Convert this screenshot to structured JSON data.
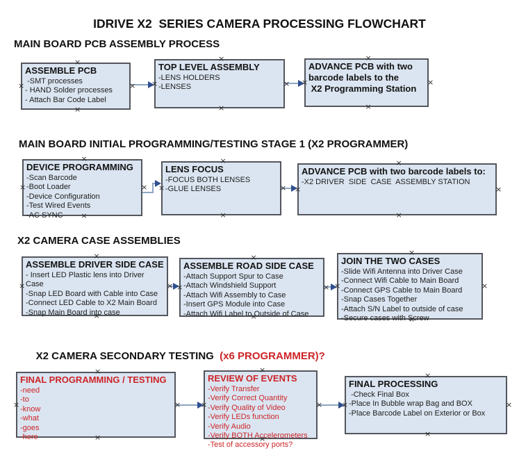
{
  "title": "IDRIVE X2  SERIES CAMERA PROCESSING FLOWCHART",
  "colors": {
    "box_fill": "#dbe5f1",
    "box_border": "#53565c",
    "red_accent": "#cc2427",
    "arrow_line": "#8ea6c2",
    "arrow_head": "#2f4f8f"
  },
  "icons": {
    "connector_handle": "×",
    "arrow_head_glyph": "►"
  },
  "sections": [
    {
      "heading": "MAIN BOARD PCB ASSEMBLY PROCESS",
      "boxes": [
        {
          "title": "ASSEMBLE PCB",
          "items": [
            " -SMT processes",
            "- HAND Solder processes",
            "- Attach Bar Code Label"
          ]
        },
        {
          "title": "TOP LEVEL ASSEMBLY",
          "items": [
            "-LENS HOLDERS",
            "-LENSES"
          ]
        },
        {
          "title": "ADVANCE PCB with two\nbarcode labels to the\n X2 Programming Station",
          "items": []
        }
      ]
    },
    {
      "heading": "MAIN BOARD INITIAL PROGRAMMING/TESTING STAGE 1 (X2 PROGRAMMER)",
      "boxes": [
        {
          "title": "DEVICE PROGRAMMING",
          "items": [
            "-Scan Barcode",
            "-Boot Loader",
            "-Device Configuration",
            "-Test Wired Events",
            "-AC SYNC"
          ]
        },
        {
          "title": "LENS FOCUS",
          "items": [
            "-FOCUS BOTH LENSES",
            "-GLUE LENSES"
          ]
        },
        {
          "title": "ADVANCE PCB with two barcode labels to:",
          "items": [
            "-X2 DRIVER  SIDE  CASE  ASSEMBLY STATION"
          ]
        }
      ]
    },
    {
      "heading": "X2 CAMERA CASE ASSEMBLIES",
      "boxes": [
        {
          "title": "ASSEMBLE DRIVER SIDE CASE",
          "items": [
            "- Insert LED Plastic lens into Driver Case",
            "-Snap LED Board with Cable into Case",
            "-Connect LED Cable to X2 Main Board",
            "-Snap Main Board into case"
          ]
        },
        {
          "title": "ASSEMBLE ROAD SIDE CASE",
          "items": [
            "-Attach Support Spur to Case",
            "-Attach Windshield Support",
            "-Attach Wifi Assembly to Case",
            "-Insert GPS Module into Case",
            "-Attach Wifi Label to Outside of Case"
          ]
        },
        {
          "title": "JOIN THE TWO CASES",
          "items": [
            "-Slide Wifi Antenna into Driver Case",
            "-Connect Wifi Cable to Main Board",
            "-Connect GPS Cable to Main Board",
            "-Snap Cases Together",
            "-Attach S/N Label to outside of case",
            "-Secure cases with Screw"
          ]
        }
      ]
    },
    {
      "heading": "X2 CAMERA SECONDARY TESTING  ",
      "heading_red": "(x6 PROGRAMMER)?",
      "boxes": [
        {
          "title": "FINAL PROGRAMMING / TESTING",
          "items": [
            "-need",
            "-to",
            "-know",
            "-what",
            "-goes",
            "-here"
          ]
        },
        {
          "title": "REVIEW OF EVENTS",
          "items": [
            "-Verify Transfer",
            "-Verify Correct Quantity",
            "-Verify Quality of Video",
            "-Verify LEDs function",
            "-Verify Audio",
            "-Verify BOTH Accelerometers",
            "-Test of accessory ports?"
          ]
        },
        {
          "title": "FINAL PROCESSING",
          "items": [
            " -Check Final Box",
            "-Place In Bubble wrap Bag and BOX",
            "-Place Barcode Label on Exterior or Box"
          ]
        }
      ]
    }
  ]
}
